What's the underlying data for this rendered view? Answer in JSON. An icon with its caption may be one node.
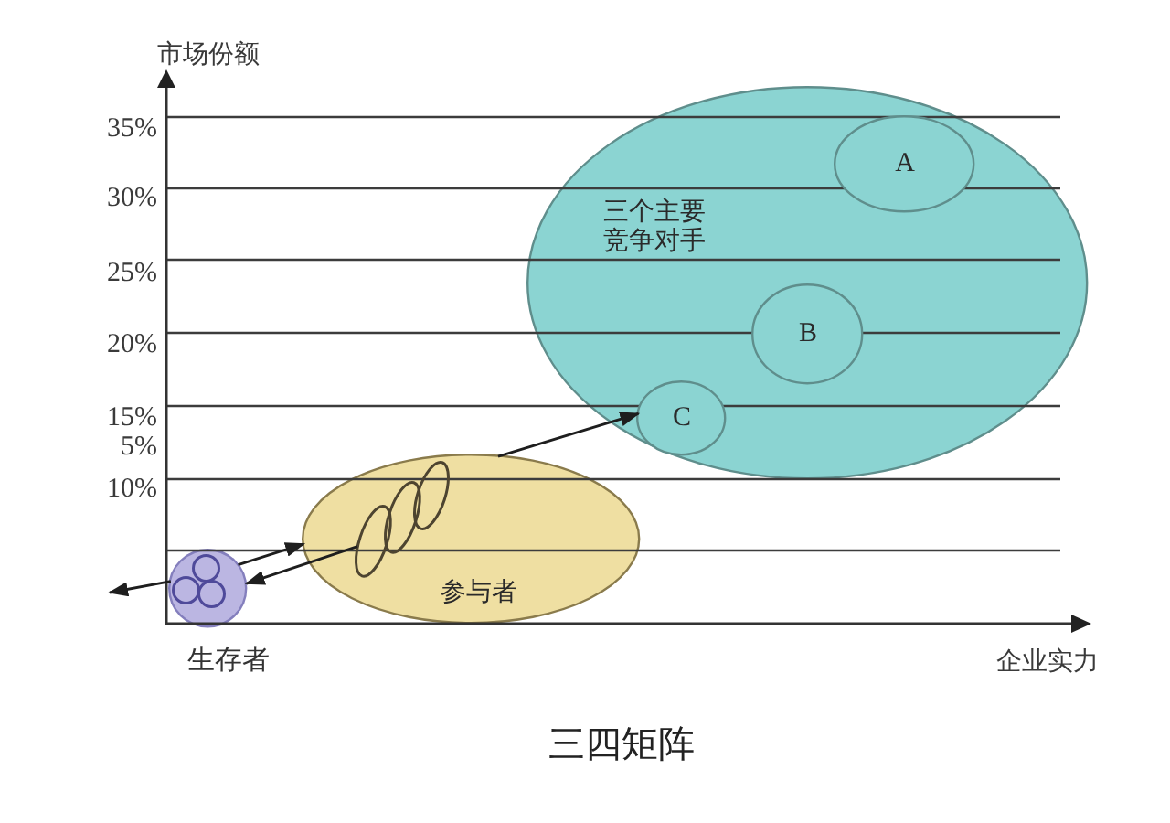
{
  "diagram": {
    "caption": "三四矩阵",
    "nodes": [
      {
        "text": [
          "三个主要竞争对手"
        ]
      },
      {
        "text": [
          "A"
        ],
        "in": 0
      },
      {
        "text": [
          "B"
        ],
        "in": 0
      },
      {
        "text": [
          "C"
        ],
        "in": 0
      },
      {
        "text": [
          "参与者"
        ]
      },
      {
        "text": [],
        "shape": "ellipse",
        "in": 4
      },
      {
        "text": [],
        "shape": "ellipse",
        "in": 4
      },
      {
        "text": [],
        "shape": "ellipse",
        "in": 4
      },
      {
        "text": [],
        "shape": "circle",
        "beside": [
          "生存者"
        ]
      },
      {
        "text": [],
        "shape": "circle",
        "in": 8
      },
      {
        "text": [],
        "shape": "circle",
        "in": 8
      },
      {
        "text": [],
        "shape": "circle",
        "in": 8
      }
    ],
    "edges": [
      {
        "from": 8,
        "to": null,
        "arrow": "to"
      },
      {
        "from": 8,
        "to": 4,
        "arrow": "to"
      },
      {
        "from": 5,
        "to": 8,
        "arrow": "to"
      },
      {
        "from": 4,
        "to": 3,
        "arrow": "to"
      }
    ],
    "labels": [
      "市场份额",
      "35%",
      "30%",
      "25%",
      "20%",
      "15%",
      "5%",
      "10%",
      "企业实力"
    ]
  }
}
